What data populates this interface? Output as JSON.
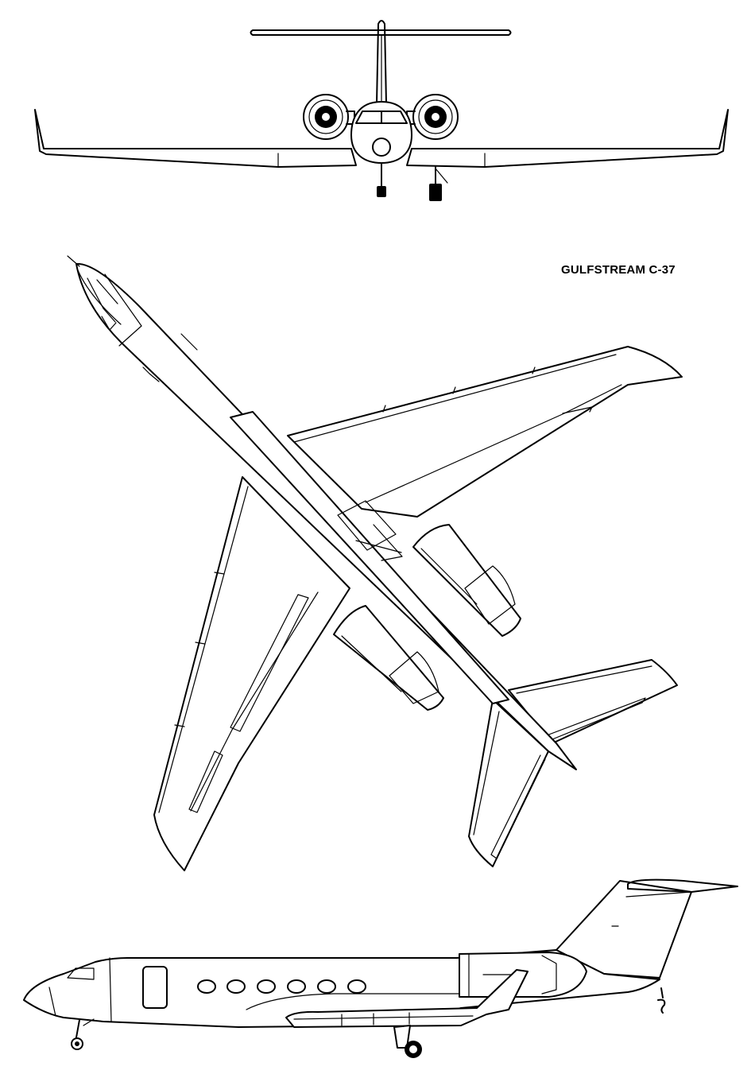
{
  "drawing": {
    "title": "GULFSTREAM C-37",
    "views": [
      "front-view",
      "top-view",
      "side-view"
    ]
  }
}
